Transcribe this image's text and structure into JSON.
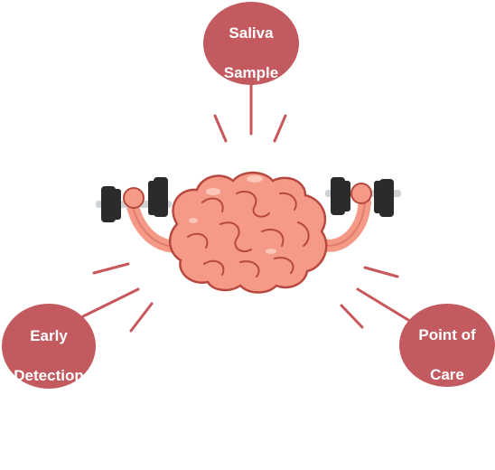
{
  "colors": {
    "node_fill": "#c25a5f",
    "node_text": "#ffffff",
    "connector": "#c8575b",
    "brain_fill": "#f59a86",
    "brain_outline": "#b8483f",
    "brain_highlight": "#fbc6b8",
    "dumbbell_plate": "#2b2b2b",
    "dumbbell_bar": "#cfd3d6"
  },
  "icons": {
    "center": "muscular-brain-with-dumbbells-icon"
  },
  "nodes": {
    "top": {
      "line1": "Saliva",
      "line2": "Sample"
    },
    "left": {
      "line1": "Early",
      "line2": "Detection"
    },
    "right": {
      "line1": "Point of",
      "line2": "Care"
    }
  }
}
